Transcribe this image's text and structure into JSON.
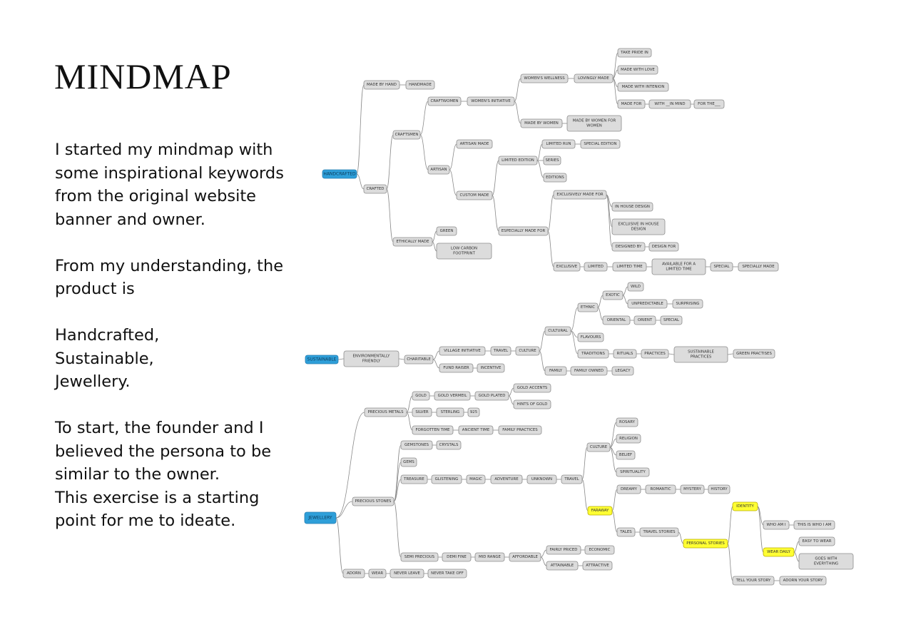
{
  "title": "MINDMAP",
  "description": [
    [
      "I started my mindmap with",
      "some inspirational keywords",
      "from the original website",
      "banner and owner."
    ],
    [
      "From my understanding, the",
      "product is"
    ],
    [
      "Handcrafted,",
      "Sustainable,",
      "Jewellery."
    ],
    [
      "To start, the founder and I",
      "believed the persona to be",
      "similar to the owner.",
      "This exercise is a starting",
      "point for me to ideate."
    ]
  ],
  "colors": {
    "root": "#2e9fd9",
    "highlight": "#ffff33",
    "node": "#dcdcdc",
    "edge": "#8a8a8a"
  },
  "nodes": [
    {
      "id": "handcrafted",
      "label": "HANDCRAFTED",
      "style": "root"
    },
    {
      "id": "made-by-hand",
      "label": "MADE BY HAND"
    },
    {
      "id": "handmade",
      "label": "HANDMADE"
    },
    {
      "id": "crafted",
      "label": "CRAFTED"
    },
    {
      "id": "craftsmen",
      "label": "CRAFTSMEN"
    },
    {
      "id": "craftwomen",
      "label": "CRAFTWOMEN"
    },
    {
      "id": "womens-initiative",
      "label": "WOMEN'S INITIATIVE"
    },
    {
      "id": "womens-wellness",
      "label": "WOMEN'S WELLNESS"
    },
    {
      "id": "lovingly-made",
      "label": "LOVINGLY MADE"
    },
    {
      "id": "take-pride-in",
      "label": "TAKE PRIDE IN"
    },
    {
      "id": "made-with-love",
      "label": "MADE WITH LOVE"
    },
    {
      "id": "made-with-intenion",
      "label": "MADE WITH INTENION"
    },
    {
      "id": "made-for",
      "label": "MADE FOR"
    },
    {
      "id": "with-in-mind",
      "label": "WITH __IN MIND"
    },
    {
      "id": "for-the",
      "label": "FOR THE___"
    },
    {
      "id": "made-by-women",
      "label": "MADE BY WOMEN"
    },
    {
      "id": "made-by-women-for-women",
      "label": "MADE BY WOMEN FOR WOMEN",
      "lines": [
        "MADE BY WOMEN FOR",
        "WOMEN"
      ]
    },
    {
      "id": "artisan",
      "label": "ARTISAN"
    },
    {
      "id": "artisan-made",
      "label": "ARTISAN MADE"
    },
    {
      "id": "custom-made",
      "label": "CUSTOM MADE"
    },
    {
      "id": "limited-edition",
      "label": "LIMITED EDITION"
    },
    {
      "id": "limited-run",
      "label": "LIMITED RUN"
    },
    {
      "id": "special-edition",
      "label": "SPECIAL EDITION"
    },
    {
      "id": "series",
      "label": "SERIES"
    },
    {
      "id": "editions",
      "label": "EDITIONS"
    },
    {
      "id": "especially-made-for",
      "label": "ESPECIALLY MADE FOR"
    },
    {
      "id": "exclusively-made-for",
      "label": "EXCLUSIVELY MADE FOR"
    },
    {
      "id": "in-house-design",
      "label": "IN HOUSE DESIGN"
    },
    {
      "id": "exclusive-in-house-design",
      "label": "EXCLUSIVE IN HOUSE DESIGN",
      "lines": [
        "EXCLUSIVE IN HOUSE",
        "DESIGN"
      ]
    },
    {
      "id": "designed-by",
      "label": "DESIGNED BY"
    },
    {
      "id": "design-for",
      "label": "DESIGN FOR"
    },
    {
      "id": "exclusive",
      "label": "EXCLUSIVE"
    },
    {
      "id": "limited",
      "label": "LIMITED"
    },
    {
      "id": "limited-time",
      "label": "LIMITED TIME"
    },
    {
      "id": "available-for-a-limited-time",
      "label": "AVAILABLE FOR A LIMITED TIME",
      "lines": [
        "AVAILABLE FOR A",
        "LIMITED TIME"
      ]
    },
    {
      "id": "special-1",
      "label": "SPECIAL"
    },
    {
      "id": "specially-made",
      "label": "SPECIALLY MADE"
    },
    {
      "id": "ethically-made",
      "label": "ETHICALLY MADE"
    },
    {
      "id": "green",
      "label": "GREEN"
    },
    {
      "id": "low-carbon-footprint",
      "label": "LOW CARBON FOOTPRINT",
      "lines": [
        "LOW CARBON",
        "FOOTPRINT"
      ]
    },
    {
      "id": "sustainable",
      "label": "SUSTAINABLE",
      "style": "root"
    },
    {
      "id": "environmentally-friendly",
      "label": "ENVIRONMENTALLY FRIENDLY",
      "lines": [
        "ENVIRONMENTALLY",
        "FRIENDLY"
      ]
    },
    {
      "id": "charitable",
      "label": "CHARITABLE"
    },
    {
      "id": "village-initiative",
      "label": "VILLAGE INITIATIVE"
    },
    {
      "id": "travel-1",
      "label": "TRAVEL"
    },
    {
      "id": "culture-1",
      "label": "CULTURE"
    },
    {
      "id": "fund-raiser",
      "label": "FUND RAISER"
    },
    {
      "id": "incentive",
      "label": "INCENTIVE"
    },
    {
      "id": "cultural",
      "label": "CULTURAL"
    },
    {
      "id": "ethnic",
      "label": "ETHNIC"
    },
    {
      "id": "exotic",
      "label": "EXOTIC"
    },
    {
      "id": "wild",
      "label": "WILD"
    },
    {
      "id": "unpredictable",
      "label": "UNPREDICTABLE"
    },
    {
      "id": "surprising",
      "label": "SURPRISING"
    },
    {
      "id": "oriental",
      "label": "ORIENTAL"
    },
    {
      "id": "orient",
      "label": "ORIENT"
    },
    {
      "id": "special-2",
      "label": "SPECIAL"
    },
    {
      "id": "flavours",
      "label": "FLAVOURS"
    },
    {
      "id": "traditions",
      "label": "TRADITIONS"
    },
    {
      "id": "rituals",
      "label": "RITUALS"
    },
    {
      "id": "practices",
      "label": "PRACTICES"
    },
    {
      "id": "sustainable-practices",
      "label": "SUSTAINABLE PRACTICES",
      "lines": [
        "SUSTAINABLE",
        "PRACTICES"
      ]
    },
    {
      "id": "green-practises",
      "label": "GREEN PRACTISES"
    },
    {
      "id": "family",
      "label": "FAMILY"
    },
    {
      "id": "family-owned",
      "label": "FAMILY OWNED"
    },
    {
      "id": "legacy",
      "label": "LEGACY"
    },
    {
      "id": "jewellery",
      "label": "JEWELLERY",
      "style": "root"
    },
    {
      "id": "precious-metals",
      "label": "PRECIOUS METALS"
    },
    {
      "id": "gold",
      "label": "GOLD"
    },
    {
      "id": "gold-vermeil",
      "label": "GOLD VERMEIL"
    },
    {
      "id": "gold-plated",
      "label": "GOLD PLATED"
    },
    {
      "id": "gold-accents",
      "label": "GOLD ACCENTS"
    },
    {
      "id": "hints-of-gold",
      "label": "HINTS OF GOLD"
    },
    {
      "id": "silver",
      "label": "SILVER"
    },
    {
      "id": "sterling",
      "label": "STERLING"
    },
    {
      "id": "n925",
      "label": "925"
    },
    {
      "id": "forgotten-time",
      "label": "FORGOTTEN TIME"
    },
    {
      "id": "ancient-time",
      "label": "ANCIENT TIME"
    },
    {
      "id": "family-practices",
      "label": "FAMILY PRACTICES"
    },
    {
      "id": "precious-stones",
      "label": "PRECIOUS STONES"
    },
    {
      "id": "gemstones",
      "label": "GEMSTONES"
    },
    {
      "id": "crystals",
      "label": "CRYSTALS"
    },
    {
      "id": "gems",
      "label": "GEMS"
    },
    {
      "id": "treasure",
      "label": "TREASURE"
    },
    {
      "id": "glistening",
      "label": "GLISTENING"
    },
    {
      "id": "magic",
      "label": "MAGIC"
    },
    {
      "id": "adventure",
      "label": "ADVENTURE"
    },
    {
      "id": "unknown",
      "label": "UNKNOWN"
    },
    {
      "id": "travel-2",
      "label": "TRAVEL"
    },
    {
      "id": "culture-2",
      "label": "CULTURE"
    },
    {
      "id": "rosary",
      "label": "ROSARY"
    },
    {
      "id": "religion",
      "label": "RELIGION"
    },
    {
      "id": "belief",
      "label": "BELIEF"
    },
    {
      "id": "spirituality",
      "label": "SPIRITUALITY"
    },
    {
      "id": "faraway",
      "label": "FARAWAY",
      "style": "highlight"
    },
    {
      "id": "dreamy",
      "label": "DREAMY"
    },
    {
      "id": "romantic",
      "label": "ROMANTIC"
    },
    {
      "id": "mystery",
      "label": "MYSTERY"
    },
    {
      "id": "history",
      "label": "HISTORY"
    },
    {
      "id": "tales",
      "label": "TALES"
    },
    {
      "id": "travel-stories",
      "label": "TRAVEL STORIES"
    },
    {
      "id": "personal-stories",
      "label": "PERSONAL STORIES",
      "style": "highlight"
    },
    {
      "id": "identity",
      "label": "IDENTITY",
      "style": "highlight"
    },
    {
      "id": "who-am-i",
      "label": "WHO AM I"
    },
    {
      "id": "this-is-who-i-am",
      "label": "THIS IS WHO I AM"
    },
    {
      "id": "wear-daily",
      "label": "WEAR DAILY",
      "style": "highlight"
    },
    {
      "id": "easy-to-wear",
      "label": "EASY TO WEAR"
    },
    {
      "id": "goes-with-everything",
      "label": "GOES WITH EVERYTHING",
      "lines": [
        "GOES WITH",
        "EVERYTHING"
      ]
    },
    {
      "id": "tell-your-story",
      "label": "TELL YOUR STORY"
    },
    {
      "id": "adorn-your-story",
      "label": "ADORN YOUR STORY"
    },
    {
      "id": "semi-precious",
      "label": "SEMI PRECIOUS"
    },
    {
      "id": "demi-fine",
      "label": "DEMI FINE"
    },
    {
      "id": "mid-range",
      "label": "MID RANGE"
    },
    {
      "id": "affordable",
      "label": "AFFORDABLE"
    },
    {
      "id": "fairly-priced",
      "label": "FAIRLY PRICED"
    },
    {
      "id": "economic",
      "label": "ECONOMIC"
    },
    {
      "id": "attainable",
      "label": "ATTAINABLE"
    },
    {
      "id": "attractive",
      "label": "ATTRACTIVE"
    },
    {
      "id": "adorn",
      "label": "ADORN"
    },
    {
      "id": "wear",
      "label": "WEAR"
    },
    {
      "id": "never-leave",
      "label": "NEVER LEAVE"
    },
    {
      "id": "never-take-off",
      "label": "NEVER TAKE OFF"
    }
  ],
  "edges": [
    [
      "handcrafted",
      "made-by-hand"
    ],
    [
      "made-by-hand",
      "handmade"
    ],
    [
      "handcrafted",
      "crafted"
    ],
    [
      "crafted",
      "craftsmen"
    ],
    [
      "craftsmen",
      "craftwomen"
    ],
    [
      "craftwomen",
      "womens-initiative"
    ],
    [
      "womens-initiative",
      "womens-wellness"
    ],
    [
      "womens-wellness",
      "lovingly-made"
    ],
    [
      "lovingly-made",
      "take-pride-in"
    ],
    [
      "lovingly-made",
      "made-with-love"
    ],
    [
      "lovingly-made",
      "made-with-intenion"
    ],
    [
      "lovingly-made",
      "made-for"
    ],
    [
      "made-for",
      "with-in-mind"
    ],
    [
      "with-in-mind",
      "for-the"
    ],
    [
      "womens-initiative",
      "made-by-women"
    ],
    [
      "made-by-women",
      "made-by-women-for-women"
    ],
    [
      "craftsmen",
      "artisan"
    ],
    [
      "artisan",
      "artisan-made"
    ],
    [
      "artisan",
      "custom-made"
    ],
    [
      "custom-made",
      "limited-edition"
    ],
    [
      "limited-edition",
      "limited-run"
    ],
    [
      "limited-run",
      "special-edition"
    ],
    [
      "limited-edition",
      "series"
    ],
    [
      "limited-edition",
      "editions"
    ],
    [
      "custom-made",
      "especially-made-for"
    ],
    [
      "especially-made-for",
      "exclusively-made-for"
    ],
    [
      "exclusively-made-for",
      "in-house-design"
    ],
    [
      "exclusively-made-for",
      "exclusive-in-house-design"
    ],
    [
      "exclusively-made-for",
      "designed-by"
    ],
    [
      "designed-by",
      "design-for"
    ],
    [
      "especially-made-for",
      "exclusive"
    ],
    [
      "exclusive",
      "limited"
    ],
    [
      "limited",
      "limited-time"
    ],
    [
      "limited-time",
      "available-for-a-limited-time"
    ],
    [
      "available-for-a-limited-time",
      "special-1"
    ],
    [
      "special-1",
      "specially-made"
    ],
    [
      "crafted",
      "ethically-made"
    ],
    [
      "ethically-made",
      "green"
    ],
    [
      "ethically-made",
      "low-carbon-footprint"
    ],
    [
      "sustainable",
      "environmentally-friendly"
    ],
    [
      "environmentally-friendly",
      "charitable"
    ],
    [
      "charitable",
      "village-initiative"
    ],
    [
      "village-initiative",
      "travel-1"
    ],
    [
      "travel-1",
      "culture-1"
    ],
    [
      "charitable",
      "fund-raiser"
    ],
    [
      "fund-raiser",
      "incentive"
    ],
    [
      "culture-1",
      "cultural"
    ],
    [
      "cultural",
      "ethnic"
    ],
    [
      "ethnic",
      "exotic"
    ],
    [
      "exotic",
      "wild"
    ],
    [
      "exotic",
      "unpredictable"
    ],
    [
      "unpredictable",
      "surprising"
    ],
    [
      "ethnic",
      "oriental"
    ],
    [
      "oriental",
      "orient"
    ],
    [
      "orient",
      "special-2"
    ],
    [
      "cultural",
      "flavours"
    ],
    [
      "cultural",
      "traditions"
    ],
    [
      "traditions",
      "rituals"
    ],
    [
      "rituals",
      "practices"
    ],
    [
      "practices",
      "sustainable-practices"
    ],
    [
      "sustainable-practices",
      "green-practises"
    ],
    [
      "culture-1",
      "family"
    ],
    [
      "family",
      "family-owned"
    ],
    [
      "family-owned",
      "legacy"
    ],
    [
      "jewellery",
      "precious-metals"
    ],
    [
      "precious-metals",
      "gold"
    ],
    [
      "gold",
      "gold-vermeil"
    ],
    [
      "gold-vermeil",
      "gold-plated"
    ],
    [
      "gold-plated",
      "gold-accents"
    ],
    [
      "gold-plated",
      "hints-of-gold"
    ],
    [
      "precious-metals",
      "silver"
    ],
    [
      "silver",
      "sterling"
    ],
    [
      "sterling",
      "n925"
    ],
    [
      "precious-metals",
      "forgotten-time"
    ],
    [
      "forgotten-time",
      "ancient-time"
    ],
    [
      "ancient-time",
      "family-practices"
    ],
    [
      "jewellery",
      "precious-stones"
    ],
    [
      "precious-stones",
      "gemstones"
    ],
    [
      "gemstones",
      "crystals"
    ],
    [
      "precious-stones",
      "gems"
    ],
    [
      "precious-stones",
      "treasure"
    ],
    [
      "treasure",
      "glistening"
    ],
    [
      "glistening",
      "magic"
    ],
    [
      "magic",
      "adventure"
    ],
    [
      "adventure",
      "unknown"
    ],
    [
      "unknown",
      "travel-2"
    ],
    [
      "travel-2",
      "culture-2"
    ],
    [
      "culture-2",
      "rosary"
    ],
    [
      "culture-2",
      "religion"
    ],
    [
      "culture-2",
      "belief"
    ],
    [
      "culture-2",
      "spirituality"
    ],
    [
      "travel-2",
      "faraway"
    ],
    [
      "faraway",
      "dreamy"
    ],
    [
      "dreamy",
      "romantic"
    ],
    [
      "romantic",
      "mystery"
    ],
    [
      "mystery",
      "history"
    ],
    [
      "faraway",
      "tales"
    ],
    [
      "tales",
      "travel-stories"
    ],
    [
      "travel-stories",
      "personal-stories"
    ],
    [
      "personal-stories",
      "identity"
    ],
    [
      "identity",
      "who-am-i"
    ],
    [
      "who-am-i",
      "this-is-who-i-am"
    ],
    [
      "identity",
      "wear-daily"
    ],
    [
      "wear-daily",
      "easy-to-wear"
    ],
    [
      "wear-daily",
      "goes-with-everything"
    ],
    [
      "personal-stories",
      "tell-your-story"
    ],
    [
      "tell-your-story",
      "adorn-your-story"
    ],
    [
      "precious-stones",
      "semi-precious"
    ],
    [
      "semi-precious",
      "demi-fine"
    ],
    [
      "demi-fine",
      "mid-range"
    ],
    [
      "mid-range",
      "affordable"
    ],
    [
      "affordable",
      "fairly-priced"
    ],
    [
      "fairly-priced",
      "economic"
    ],
    [
      "affordable",
      "attainable"
    ],
    [
      "attainable",
      "attractive"
    ],
    [
      "jewellery",
      "adorn"
    ],
    [
      "adorn",
      "wear"
    ],
    [
      "wear",
      "never-leave"
    ],
    [
      "never-leave",
      "never-take-off"
    ]
  ]
}
